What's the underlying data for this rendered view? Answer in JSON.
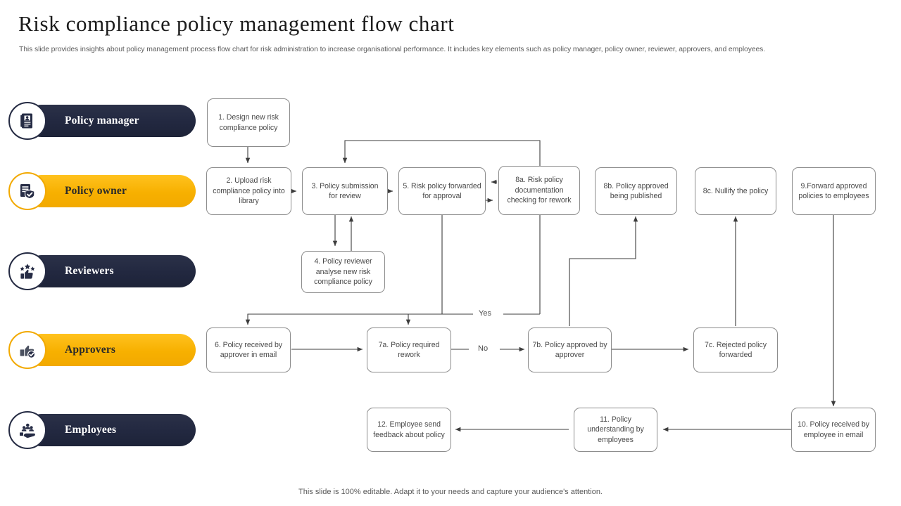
{
  "header": {
    "title": "Risk compliance policy management flow chart",
    "subtitle": "This slide provides insights about policy management process flow chart for risk administration to increase organisational performance. It includes key elements such as policy manager, policy owner, reviewer, approvers, and employees."
  },
  "footer": {
    "note": "This slide is 100% editable. Adapt it to your needs and capture your audience's attention."
  },
  "colors": {
    "dark_navy": "#222840",
    "amber": "#f2a900",
    "box_border": "#8c8c8c",
    "text": "#4a4a4a",
    "title": "#1b1b1b",
    "subtitle": "#5e5e5e"
  },
  "lanes": [
    {
      "id": "policy-manager",
      "label": "Policy manager",
      "style": "dark",
      "icon": "document-person-icon"
    },
    {
      "id": "policy-owner",
      "label": "Policy owner",
      "style": "amber",
      "icon": "document-check-icon"
    },
    {
      "id": "reviewers",
      "label": "Reviewers",
      "style": "dark",
      "icon": "thumbs-up-stars-icon"
    },
    {
      "id": "approvers",
      "label": "Approvers",
      "style": "amber",
      "icon": "thumbs-up-check-icon"
    },
    {
      "id": "employees",
      "label": "Employees",
      "style": "dark",
      "icon": "people-group-icon"
    }
  ],
  "chart_data": {
    "type": "flowchart",
    "title": "Risk compliance policy management flow chart",
    "lanes": [
      "Policy manager",
      "Policy owner",
      "Reviewers",
      "Approvers",
      "Employees"
    ],
    "nodes": [
      {
        "id": "n1",
        "lane": "Policy manager",
        "label": "1. Design new risk compliance policy"
      },
      {
        "id": "n2",
        "lane": "Policy owner",
        "label": "2. Upload risk compliance policy into library"
      },
      {
        "id": "n3",
        "lane": "Policy owner",
        "label": "3. Policy submission for review"
      },
      {
        "id": "n4",
        "lane": "Reviewers",
        "label": "4. Policy reviewer analyse new risk compliance policy"
      },
      {
        "id": "n5",
        "lane": "Policy owner",
        "label": "5. Risk policy forwarded for approval"
      },
      {
        "id": "n6",
        "lane": "Approvers",
        "label": "6. Policy received by approver in email"
      },
      {
        "id": "n7a",
        "lane": "Approvers",
        "label": "7a. Policy required rework"
      },
      {
        "id": "n7b",
        "lane": "Approvers",
        "label": "7b. Policy approved by approver"
      },
      {
        "id": "n7c",
        "lane": "Approvers",
        "label": "7c. Rejected policy forwarded"
      },
      {
        "id": "n8a",
        "lane": "Policy owner",
        "label": "8a. Risk policy documentation checking for rework"
      },
      {
        "id": "n8b",
        "lane": "Policy owner",
        "label": "8b. Policy approved being published"
      },
      {
        "id": "n8c",
        "lane": "Policy owner",
        "label": "8c. Nullify the policy"
      },
      {
        "id": "n9",
        "lane": "Policy owner",
        "label": "9.Forward approved policies to employees"
      },
      {
        "id": "n10",
        "lane": "Employees",
        "label": "10. Policy received by employee in email"
      },
      {
        "id": "n11",
        "lane": "Employees",
        "label": "11. Policy understanding by employees"
      },
      {
        "id": "n12",
        "lane": "Employees",
        "label": "12. Employee send feedback about policy"
      }
    ],
    "edges": [
      {
        "from": "n1",
        "to": "n2"
      },
      {
        "from": "n2",
        "to": "n3"
      },
      {
        "from": "n3",
        "to": "n4"
      },
      {
        "from": "n4",
        "to": "n3"
      },
      {
        "from": "n3",
        "to": "n5"
      },
      {
        "from": "n5",
        "to": "n8a"
      },
      {
        "from": "n8a",
        "to": "n5"
      },
      {
        "from": "n8a",
        "to": "n3"
      },
      {
        "from": "n5",
        "to": "n6"
      },
      {
        "from": "n6",
        "to": "n7a"
      },
      {
        "from": "n7a",
        "to": "n7b",
        "label": "No"
      },
      {
        "from": "n7a",
        "to": "n8a",
        "label": "Yes"
      },
      {
        "from": "n7b",
        "to": "n8b"
      },
      {
        "from": "n7b",
        "to": "n7c"
      },
      {
        "from": "n7c",
        "to": "n8c"
      },
      {
        "from": "n9",
        "to": "n10"
      },
      {
        "from": "n10",
        "to": "n11"
      },
      {
        "from": "n11",
        "to": "n12"
      }
    ],
    "edge_labels": [
      "Yes",
      "No"
    ]
  },
  "nodes": {
    "n1": "1. Design new risk compliance policy",
    "n2": "2. Upload risk compliance policy into library",
    "n3": "3. Policy submission for review",
    "n4": "4. Policy reviewer analyse new risk compliance policy",
    "n5": "5. Risk policy forwarded for approval",
    "n6": "6. Policy received by approver in email",
    "n7a": "7a. Policy required rework",
    "n7b": "7b. Policy approved by approver",
    "n7c": "7c. Rejected policy forwarded",
    "n8a": "8a. Risk policy documentation checking for rework",
    "n8b": "8b. Policy approved being published",
    "n8c": "8c. Nullify the policy",
    "n9": "9.Forward approved policies to employees",
    "n10": "10. Policy received by employee in email",
    "n11": "11. Policy understanding by employees",
    "n12": "12. Employee send feedback about policy"
  },
  "labels": {
    "yes": "Yes",
    "no": "No"
  }
}
